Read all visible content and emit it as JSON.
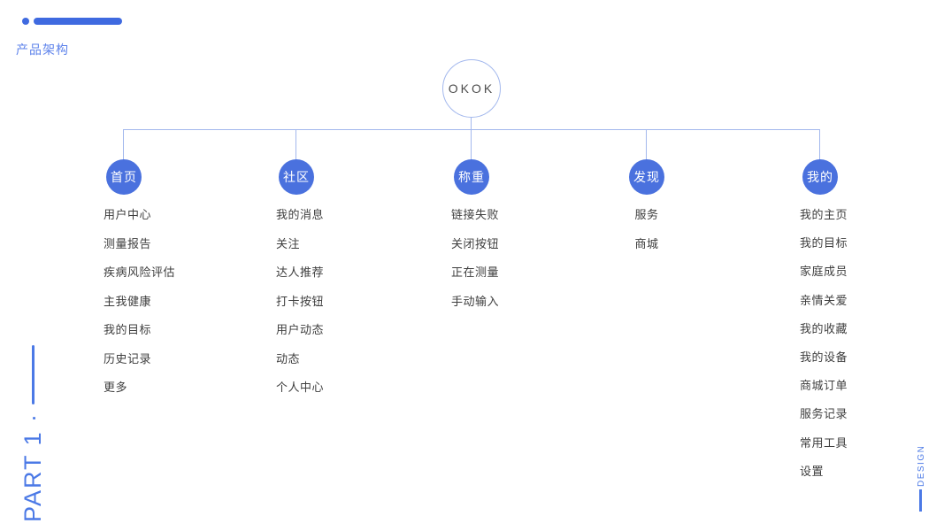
{
  "colors": {
    "accent": "#3F6AE0",
    "node_fill": "#4A71DE",
    "line": "#A3B8ED",
    "title_color": "#5E83EB",
    "side_color": "#4B79E6",
    "item_color": "#3E3E3E",
    "root_text": "#4D4D4D"
  },
  "header": {
    "title": "产品架构"
  },
  "tree": {
    "root": "OKOK",
    "branches": [
      {
        "label": "首页",
        "children": [
          "用户中心",
          "测量报告",
          "疾病风险评估",
          "主我健康",
          "我的目标",
          "历史记录",
          "更多"
        ]
      },
      {
        "label": "社区",
        "children": [
          "我的消息",
          "关注",
          "达人推荐",
          "打卡按钮",
          "用户动态",
          "动态",
          "个人中心"
        ]
      },
      {
        "label": "称重",
        "children": [
          "链接失败",
          "关闭按钮",
          "正在测量",
          "手动输入"
        ]
      },
      {
        "label": "发现",
        "children": [
          "服务",
          "商城"
        ]
      },
      {
        "label": "我的",
        "children": [
          "我的主页",
          "我的目标",
          "家庭成员",
          "亲情关爱",
          "我的收藏",
          "我的设备",
          "商城订单",
          "服务记录",
          "常用工具",
          "设置"
        ]
      }
    ]
  },
  "side": {
    "part_label": "PART 1 ·",
    "design_label": "DESIGN"
  }
}
